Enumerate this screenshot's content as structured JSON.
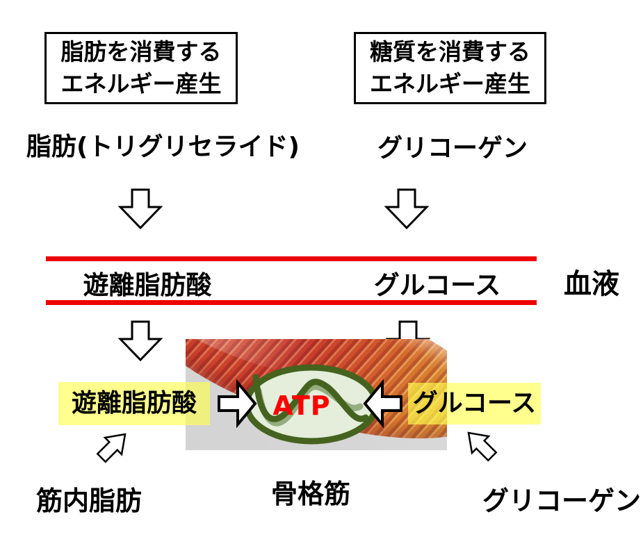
{
  "top": {
    "fat_box": {
      "line1": "脂肪を消費する",
      "line2": "エネルギー産生"
    },
    "carb_box": {
      "line1": "糖質を消費する",
      "line2": "エネルギー産生"
    },
    "fat_source_label": "脂肪(トリグリセライド)",
    "glycogen_label": "グリコーゲン"
  },
  "blood": {
    "ffa_label": "遊離脂肪酸",
    "glucose_label": "グルコース",
    "blood_label": "血液"
  },
  "muscle": {
    "ffa_label": "遊離脂肪酸",
    "glucose_label": "グルコース",
    "atp_label": "ATP",
    "intramuscular_fat_label": "筋内脂肪",
    "skeletal_muscle_label": "骨格筋",
    "glycogen_label": "グリコーゲン"
  },
  "icons": {
    "down_arrow": "outlined block arrow pointing down",
    "up_right_arrow": "outlined block arrow pointing up-right",
    "up_left_arrow": "outlined block arrow pointing up-left",
    "right_arrow": "white block arrow pointing right into ATP",
    "left_arrow": "white block arrow pointing left into ATP"
  },
  "colors": {
    "blood_line_red": "#ee0000",
    "atp_red": "#ff0000",
    "highlight_yellow": "#ffff66",
    "ellipse_border_green": "#45631f",
    "ellipse_fill_green": "#e4eedb",
    "wave_sage_green": "#95ad80",
    "muscle_gray": "#d3d3d3"
  }
}
